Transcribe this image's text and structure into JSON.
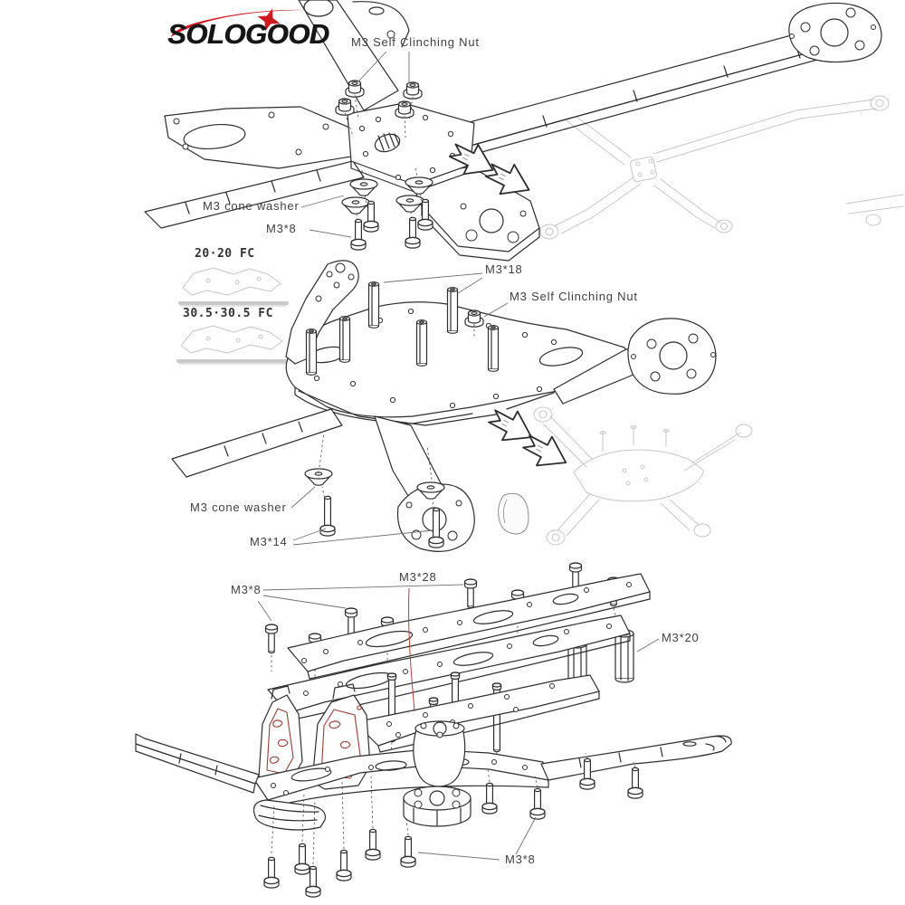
{
  "brand": {
    "part1": "Solo",
    "part2": "Good"
  },
  "colors": {
    "background": "#ffffff",
    "line": "#2e2e2e",
    "faint_line": "#c7c7c7",
    "accent_red": "#cf1820",
    "detail_red": "#9e3c31",
    "leader_red": "#b24036"
  },
  "step1": {
    "nut_label": "M3 Self Clinching Nut",
    "washer_label": "M3 cone washer",
    "screw_label": "M3*8"
  },
  "step2": {
    "fc_option_1": "20·20 FC",
    "fc_option_2": "30.5·30.5 FC",
    "standoff_label": "M3*18",
    "nut_label": "M3 Self Clinching Nut",
    "washer_label": "M3 cone washer",
    "screw_label": "M3*14"
  },
  "step3": {
    "top_screw_label": "M3*8",
    "long_screw_label": "M3*28",
    "standoff_label": "M3*20",
    "bottom_screw_label": "M3*8"
  }
}
